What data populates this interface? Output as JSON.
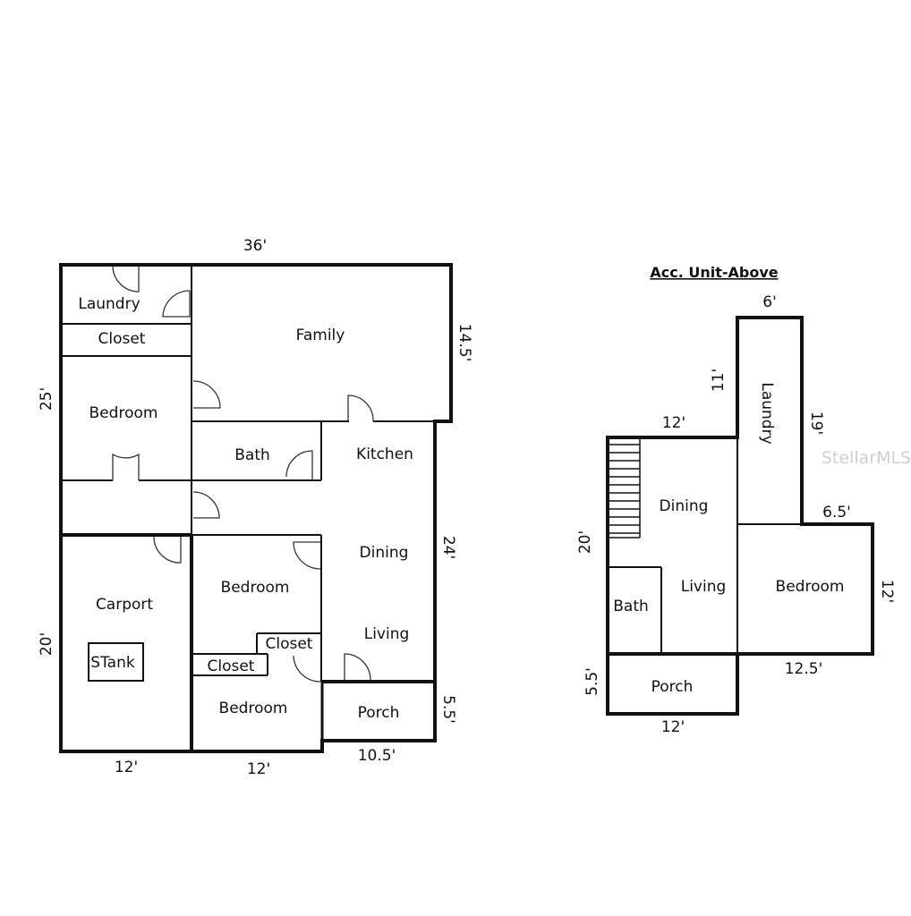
{
  "main_floor": {
    "dimensions": {
      "top": "36'",
      "right_upper": "14.5'",
      "left_upper": "25'",
      "right_mid": "24'",
      "left_lower": "20'",
      "bottom_carport": "12'",
      "bottom_bedroom": "12'",
      "bottom_porch": "10.5'",
      "right_porch": "5.5'"
    },
    "rooms": {
      "laundry": "Laundry",
      "closet_top": "Closet",
      "family": "Family",
      "bedroom_1": "Bedroom",
      "bath": "Bath",
      "kitchen": "Kitchen",
      "dining": "Dining",
      "living": "Living",
      "carport": "Carport",
      "stank": "STank",
      "bedroom_2": "Bedroom",
      "closet_2": "Closet",
      "closet_3": "Closet",
      "bedroom_3": "Bedroom",
      "porch": "Porch"
    }
  },
  "acc_unit": {
    "title": "Acc. Unit-Above",
    "dimensions": {
      "laundry_top": "6'",
      "laundry_left": "11'",
      "laundry_right": "19'",
      "dining_top": "12'",
      "bedroom_top": "6.5'",
      "left": "20'",
      "bedroom_right": "12'",
      "bedroom_bottom": "12.5'",
      "porch_left": "5.5'",
      "porch_bottom": "12'"
    },
    "rooms": {
      "laundry": "Laundry",
      "dining": "Dining",
      "living": "Living",
      "bath": "Bath",
      "bedroom": "Bedroom",
      "porch": "Porch"
    }
  },
  "watermark": "StellarMLS"
}
